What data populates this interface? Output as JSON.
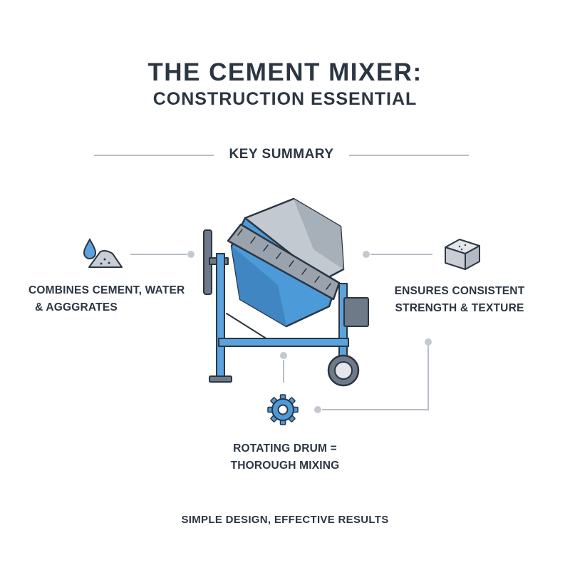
{
  "header": {
    "title": "THE CEMENT MIXER:",
    "subtitle": "CONSTRUCTION ESSENTIAL"
  },
  "section": {
    "label": "KEY SUMMARY"
  },
  "callouts": {
    "left": {
      "line1": "COMBINES CEMENT, WATER",
      "line2": "& AGGGRATES",
      "icon": "water-drop-and-sand-icon"
    },
    "right": {
      "line1": "ENSURES CONSISTENT",
      "line2": "STRENGTH & TEXTURE",
      "icon": "concrete-block-icon"
    },
    "bottom": {
      "line1": "ROTATING DRUM =",
      "line2": "THOROUGH MIXING",
      "icon": "gear-icon"
    }
  },
  "footer": {
    "text": "SIMPLE DESIGN, EFFECTIVE RESULTS"
  },
  "colors": {
    "text": "#2c3642",
    "drum_blue": "#4d9ad8",
    "frame_blue": "#5ba3dc",
    "steel_gray": "#9aa3ad",
    "connector_gray": "#b8bec6"
  }
}
